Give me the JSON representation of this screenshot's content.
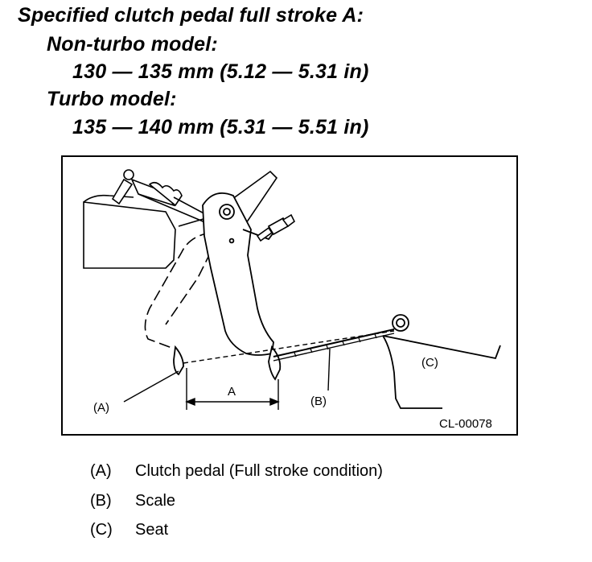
{
  "spec": {
    "title": "Specified clutch pedal full stroke A:",
    "nonturbo_label": "Non-turbo model:",
    "nonturbo_value": "130 — 135 mm (5.12 — 5.31 in)",
    "turbo_label": "Turbo model:",
    "turbo_value": "135 — 140 mm (5.31 — 5.51 in)"
  },
  "figure": {
    "label_a": "(A)",
    "label_b": "(B)",
    "label_c": "(C)",
    "dimension_label": "A",
    "figure_code": "CL-00078"
  },
  "legend": [
    {
      "code": "(A)",
      "text": "Clutch pedal (Full stroke condition)"
    },
    {
      "code": "(B)",
      "text": "Scale"
    },
    {
      "code": "(C)",
      "text": "Seat"
    }
  ]
}
